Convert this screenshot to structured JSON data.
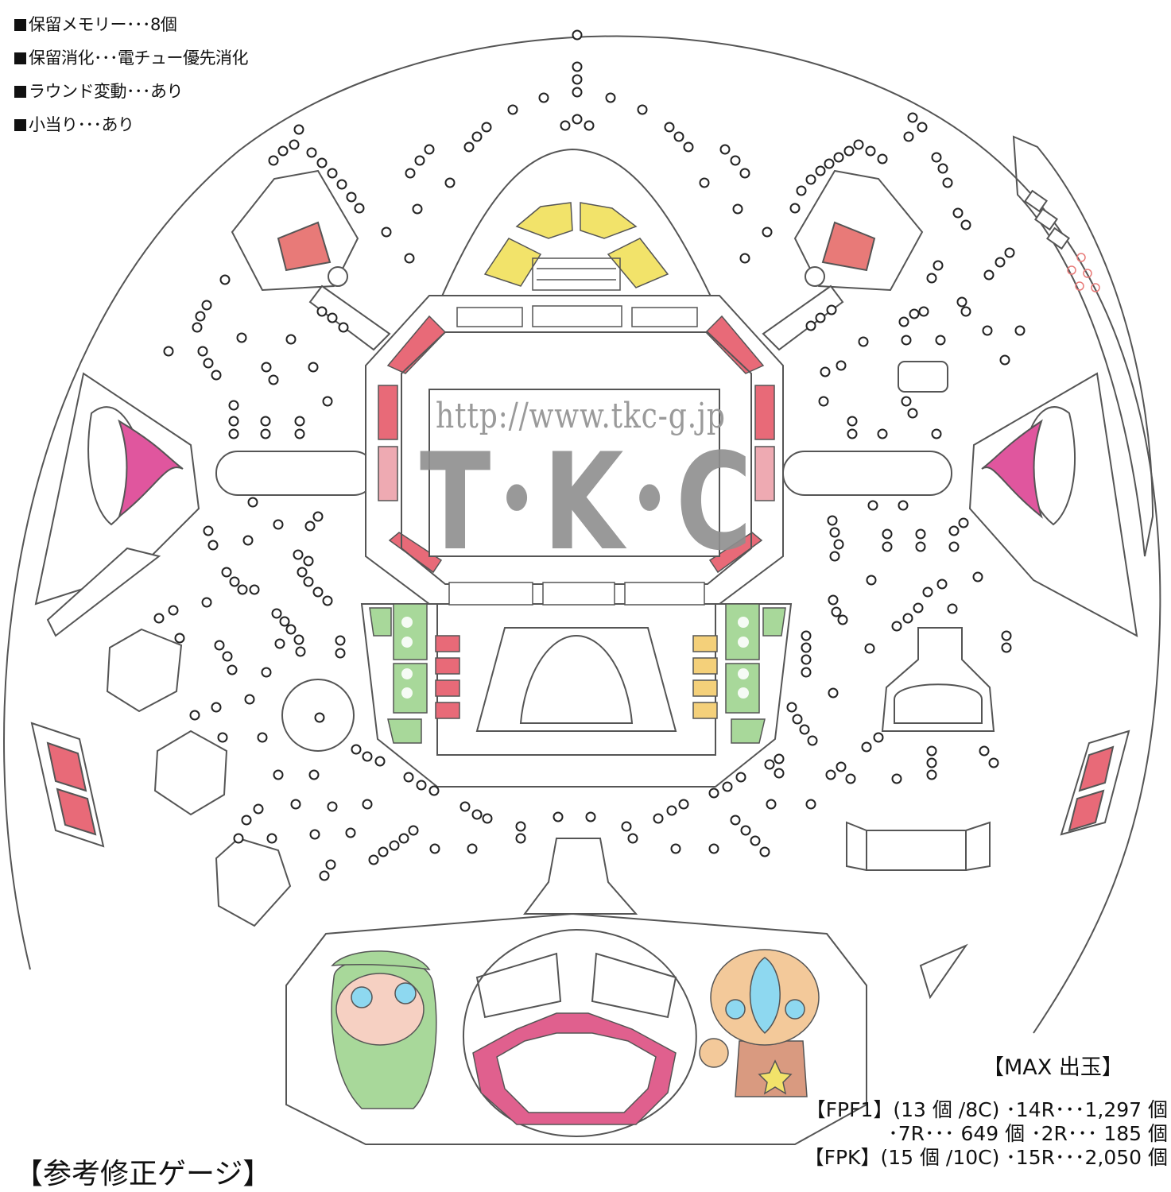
{
  "specs": [
    "保留メモリー･･･8個",
    "保留消化･･･電チュー優先消化",
    "ラウンド変動･･･あり",
    "小当り･･･あり"
  ],
  "watermark": {
    "url": "http://www.tkc-g.jp",
    "logo": "T･K･C"
  },
  "max_payout": {
    "title": "【MAX 出玉】",
    "rows": [
      "【FPF1】(13 個 /8C) ･14R･･･1,297 個",
      "･7R･･･ 649 個 ･2R･･･ 185 個",
      "【FPK】(15 個 /10C) ･15R･･･2,050 個"
    ]
  },
  "gauge_section_title": "【参考修正ゲージ】",
  "colors": {
    "line": "#444444",
    "lamp_red": "#e86a78",
    "lamp_yellow": "#f2e36a",
    "lamp_green": "#a8d89a",
    "core_pink": "#e0569e",
    "eye_red": "#e87a78",
    "steer_pink": "#e0608e",
    "skin": "#f6d0c2",
    "orange_char": "#f3c99a"
  }
}
